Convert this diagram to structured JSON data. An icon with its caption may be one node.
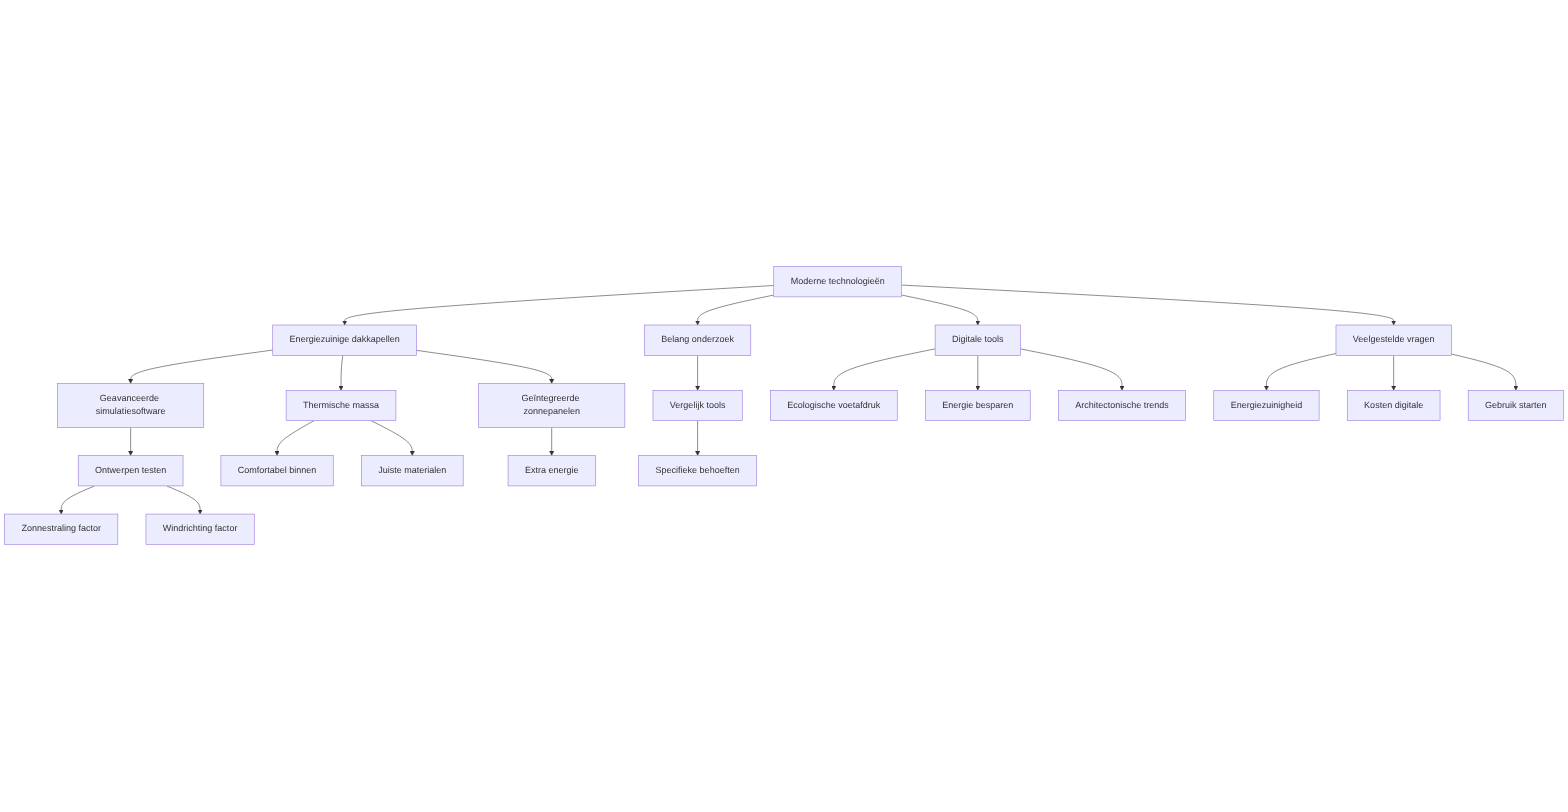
{
  "diagram": {
    "nodes": [
      {
        "text": [
          "Moderne technologieën"
        ]
      },
      {
        "text": [
          "Energiezuinige dakkapellen"
        ]
      },
      {
        "text": [
          "Geavanceerde simulatiesoftware"
        ]
      },
      {
        "text": [
          "Ontwerpen testen"
        ]
      },
      {
        "text": [
          "Zonnestraling factor"
        ]
      },
      {
        "text": [
          "Windrichting factor"
        ]
      },
      {
        "text": [
          "Thermische massa"
        ]
      },
      {
        "text": [
          "Comfortabel binnen"
        ]
      },
      {
        "text": [
          "Juiste materialen"
        ]
      },
      {
        "text": [
          "Geïntegreerde zonnepanelen"
        ]
      },
      {
        "text": [
          "Extra energie"
        ]
      },
      {
        "text": [
          "Belang onderzoek"
        ]
      },
      {
        "text": [
          "Vergelijk tools"
        ]
      },
      {
        "text": [
          "Specifieke behoeften"
        ]
      },
      {
        "text": [
          "Digitale tools"
        ]
      },
      {
        "text": [
          "Ecologische voetafdruk"
        ]
      },
      {
        "text": [
          "Energie besparen"
        ]
      },
      {
        "text": [
          "Architectonische trends"
        ]
      },
      {
        "text": [
          "Veelgestelde vragen"
        ]
      },
      {
        "text": [
          "Energiezuinigheid"
        ]
      },
      {
        "text": [
          "Kosten digitale"
        ]
      },
      {
        "text": [
          "Gebruik starten"
        ]
      }
    ],
    "edges": [
      {
        "from": 0,
        "to": 1,
        "arrow": "to"
      },
      {
        "from": 1,
        "to": 2,
        "arrow": "to"
      },
      {
        "from": 2,
        "to": 3,
        "arrow": "to"
      },
      {
        "from": 3,
        "to": 4,
        "arrow": "to"
      },
      {
        "from": 3,
        "to": 5,
        "arrow": "to"
      },
      {
        "from": 1,
        "to": 6,
        "arrow": "to"
      },
      {
        "from": 6,
        "to": 7,
        "arrow": "to"
      },
      {
        "from": 6,
        "to": 8,
        "arrow": "to"
      },
      {
        "from": 1,
        "to": 9,
        "arrow": "to"
      },
      {
        "from": 9,
        "to": 10,
        "arrow": "to"
      },
      {
        "from": 0,
        "to": 11,
        "arrow": "to"
      },
      {
        "from": 11,
        "to": 12,
        "arrow": "to"
      },
      {
        "from": 12,
        "to": 13,
        "arrow": "to"
      },
      {
        "from": 0,
        "to": 14,
        "arrow": "to"
      },
      {
        "from": 14,
        "to": 15,
        "arrow": "to"
      },
      {
        "from": 14,
        "to": 16,
        "arrow": "to"
      },
      {
        "from": 14,
        "to": 17,
        "arrow": "to"
      },
      {
        "from": 0,
        "to": 18,
        "arrow": "to"
      },
      {
        "from": 18,
        "to": 19,
        "arrow": "to"
      },
      {
        "from": 18,
        "to": 20,
        "arrow": "to"
      },
      {
        "from": 18,
        "to": 21,
        "arrow": "to"
      }
    ]
  }
}
